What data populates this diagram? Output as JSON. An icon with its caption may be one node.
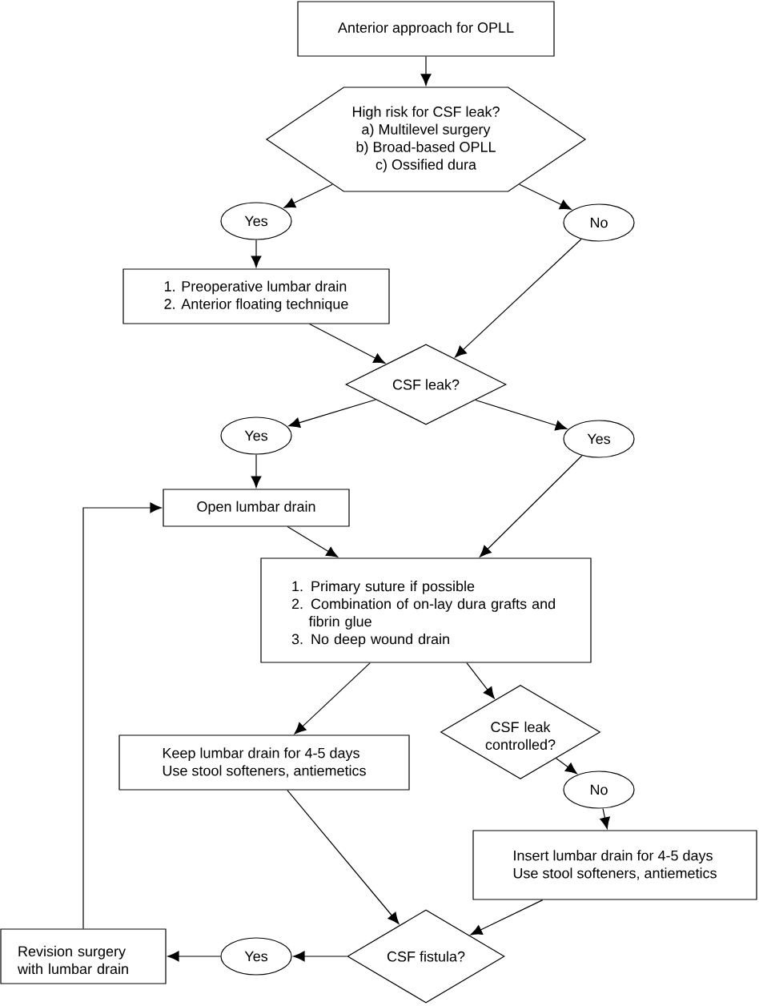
{
  "diagram": {
    "nodes": [
      {
        "text": [
          "Anterior approach for OPLL"
        ]
      },
      {
        "text": [
          "High risk for CSF leak?",
          "a) Multilevel surgery",
          "b) Broad-based OPLL",
          "c) Ossified dura"
        ]
      },
      {
        "text": [
          "Yes"
        ]
      },
      {
        "text": [
          "No"
        ]
      },
      {
        "text": [
          "1. Preoperative lumbar drain",
          "2. Anterior floating technique"
        ]
      },
      {
        "text": [
          "CSF leak?"
        ]
      },
      {
        "text": [
          "Yes"
        ]
      },
      {
        "text": [
          "Yes"
        ]
      },
      {
        "text": [
          "Open lumbar drain"
        ]
      },
      {
        "text": [
          "1. Primary suture if possible",
          "2. Combination of on-lay dura grafts and fibrin glue",
          "3. No deep wound drain"
        ]
      },
      {
        "text": [
          "CSF leak controlled?"
        ]
      },
      {
        "text": [
          "No"
        ]
      },
      {
        "text": [
          "Keep lumbar drain for 4-5 days",
          "Use stool softeners, antiemetics"
        ]
      },
      {
        "text": [
          "Insert lumbar drain for 4-5 days",
          "Use stool softeners, antiemetics"
        ]
      },
      {
        "text": [
          "CSF fistula?"
        ]
      },
      {
        "text": [
          "Yes"
        ]
      },
      {
        "text": [
          "Revision surgery with lumbar drain"
        ]
      }
    ],
    "edges": [
      {
        "from": 0,
        "to": 1,
        "arrow": "to"
      },
      {
        "from": 1,
        "to": 2,
        "arrow": "to"
      },
      {
        "from": 1,
        "to": 3,
        "arrow": "to"
      },
      {
        "from": 2,
        "to": 4,
        "arrow": "to"
      },
      {
        "from": 4,
        "to": 5,
        "arrow": "to"
      },
      {
        "from": 3,
        "to": 5,
        "arrow": "to"
      },
      {
        "from": 5,
        "to": 6,
        "arrow": "to"
      },
      {
        "from": 5,
        "to": 7,
        "arrow": "to"
      },
      {
        "from": 6,
        "to": 8,
        "arrow": "to"
      },
      {
        "from": 7,
        "to": 9,
        "arrow": "to"
      },
      {
        "from": 8,
        "to": 9,
        "arrow": "to"
      },
      {
        "from": 9,
        "to": 12,
        "arrow": "to"
      },
      {
        "from": 9,
        "to": 10,
        "arrow": "to"
      },
      {
        "from": 10,
        "to": 11,
        "arrow": "to"
      },
      {
        "from": 11,
        "to": 13,
        "arrow": "to"
      },
      {
        "from": 12,
        "to": 14,
        "arrow": "to"
      },
      {
        "from": 13,
        "to": 14,
        "arrow": "to"
      },
      {
        "from": 14,
        "to": 15,
        "arrow": "to"
      },
      {
        "from": 15,
        "to": 16,
        "arrow": "to"
      },
      {
        "from": 16,
        "to": 8,
        "arrow": "to"
      }
    ]
  }
}
